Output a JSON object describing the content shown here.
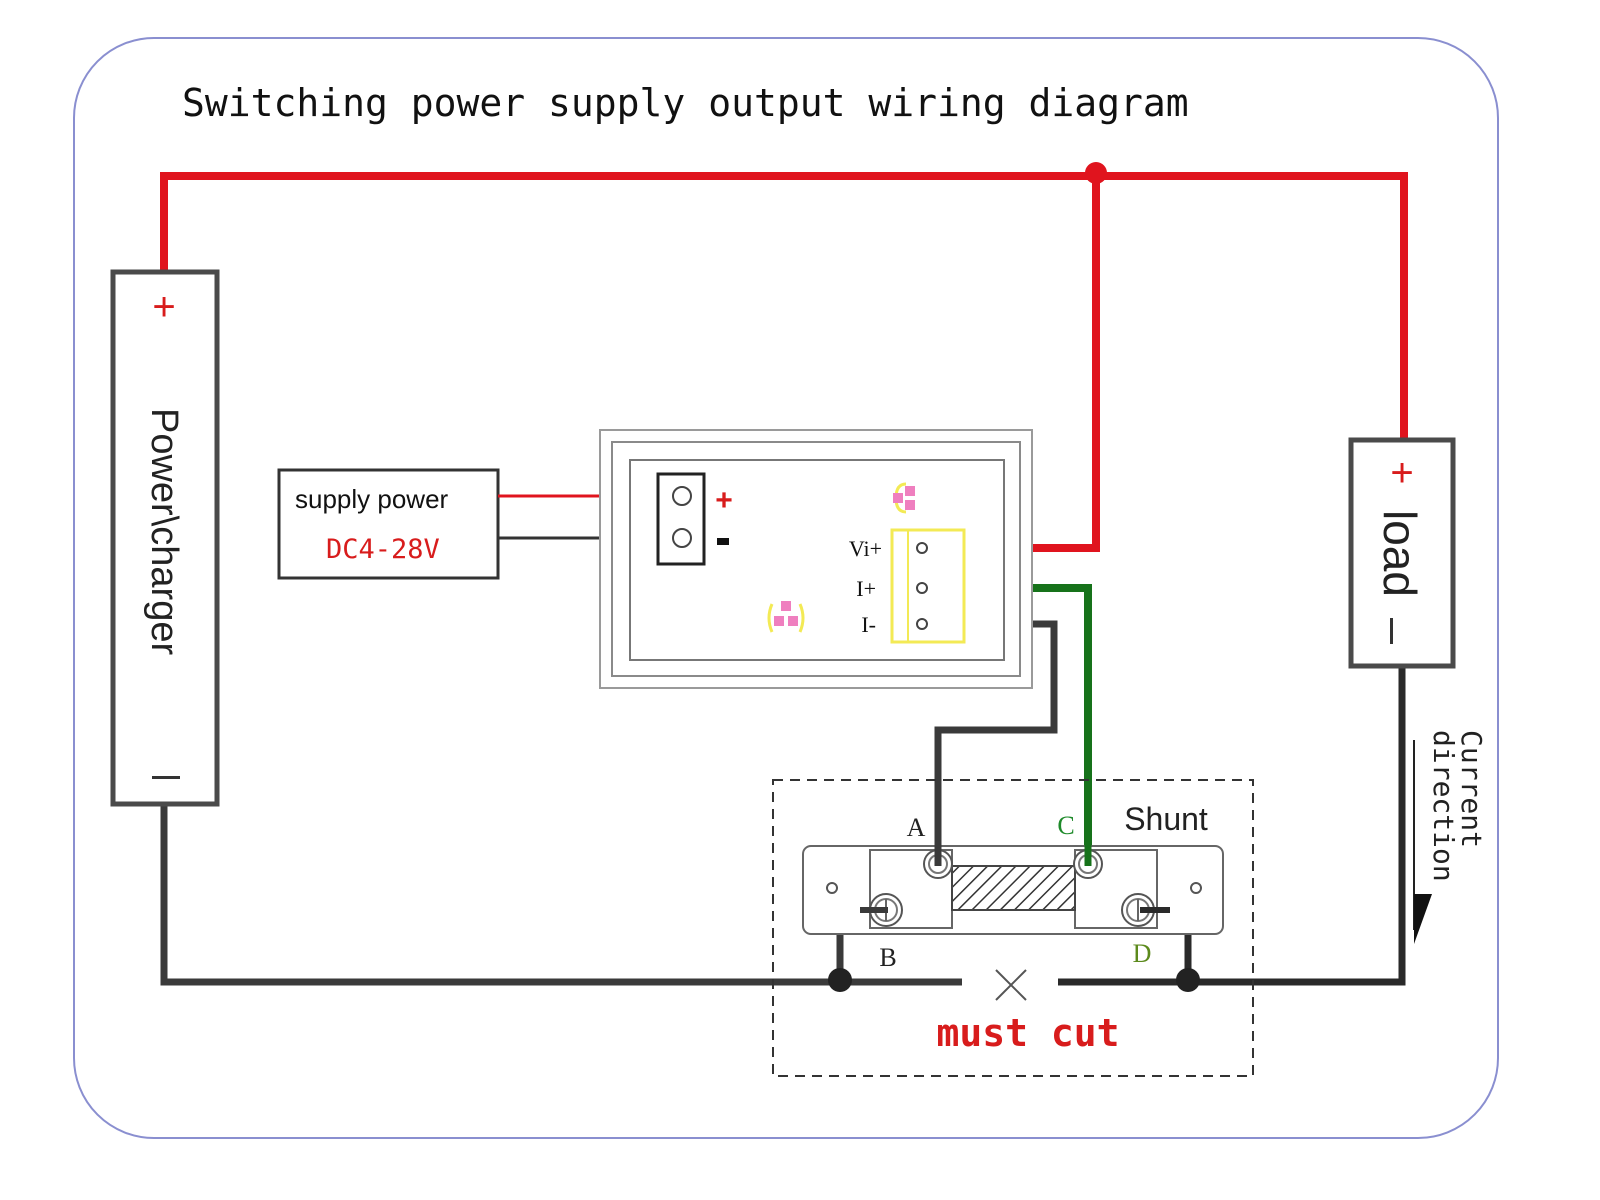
{
  "title": "Switching power supply output wiring diagram",
  "power_source": {
    "label": "Power\\charger",
    "plus": "+",
    "minus": "—"
  },
  "load": {
    "label": "load",
    "plus": "+",
    "minus": "—"
  },
  "supply_power": {
    "label": "supply power",
    "voltage": "DC4-28V"
  },
  "meter": {
    "terminal_plus": "+",
    "terminal_minus": "-",
    "pins": [
      "Vi+",
      "I+",
      "I-"
    ]
  },
  "shunt": {
    "label": "Shunt",
    "terminals": [
      "A",
      "B",
      "C",
      "D"
    ],
    "cut_note": "must cut",
    "cut_mark": "×"
  },
  "current_direction": {
    "line1": "Current",
    "line2": "direction"
  },
  "colors": {
    "positive_wire": "#e0141e",
    "current_wire": "#16721a",
    "negative_wire": "#3a3a3a",
    "frame": "#8a8fd0",
    "label_red": "#d81c1c",
    "label_green": "#1e8a2a",
    "label_olive": "#5c8a1c",
    "meter_highlight": "#f3ea55",
    "pink_mark": "#ef7fbf"
  }
}
